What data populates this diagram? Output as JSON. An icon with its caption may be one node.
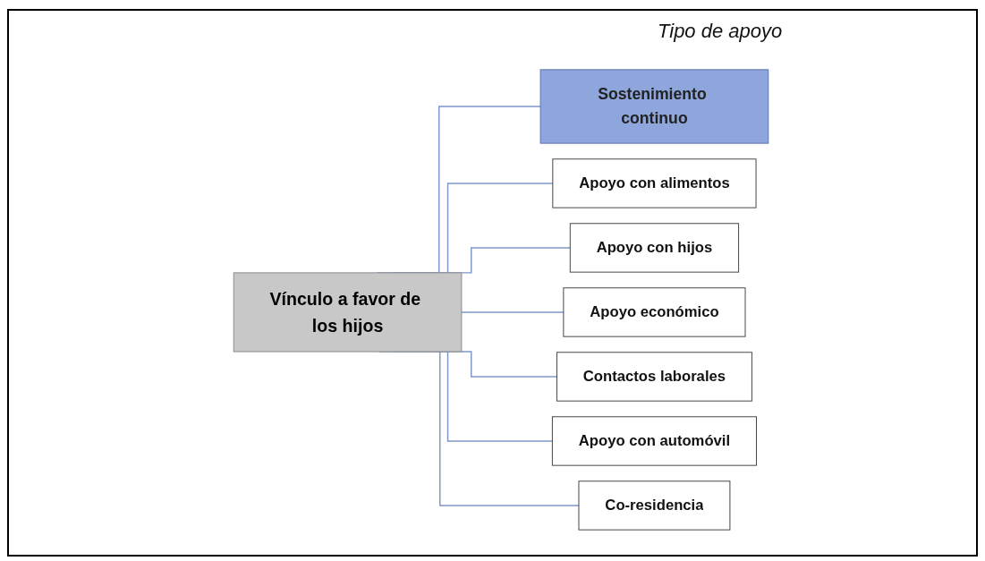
{
  "diagram": {
    "nodes": [
      {
        "text": [
          "Vínculo a favor de los hijos"
        ]
      },
      {
        "text": [
          "Sostenimiento continuo"
        ]
      },
      {
        "text": [
          "Apoyo con alimentos"
        ]
      },
      {
        "text": [
          "Apoyo con hijos"
        ]
      },
      {
        "text": [
          "Apoyo económico"
        ]
      },
      {
        "text": [
          "Contactos laborales"
        ]
      },
      {
        "text": [
          "Apoyo con automóvil"
        ]
      },
      {
        "text": [
          "Co-residencia"
        ]
      }
    ],
    "edges": [
      {
        "from": 0,
        "to": 1,
        "arrow": "none"
      },
      {
        "from": 0,
        "to": 2,
        "arrow": "none"
      },
      {
        "from": 0,
        "to": 3,
        "arrow": "none"
      },
      {
        "from": 0,
        "to": 4,
        "arrow": "none"
      },
      {
        "from": 0,
        "to": 5,
        "arrow": "none"
      },
      {
        "from": 0,
        "to": 6,
        "arrow": "none"
      },
      {
        "from": 0,
        "to": 7,
        "arrow": "none"
      }
    ],
    "labels": [
      "Tipo de apoyo"
    ]
  }
}
